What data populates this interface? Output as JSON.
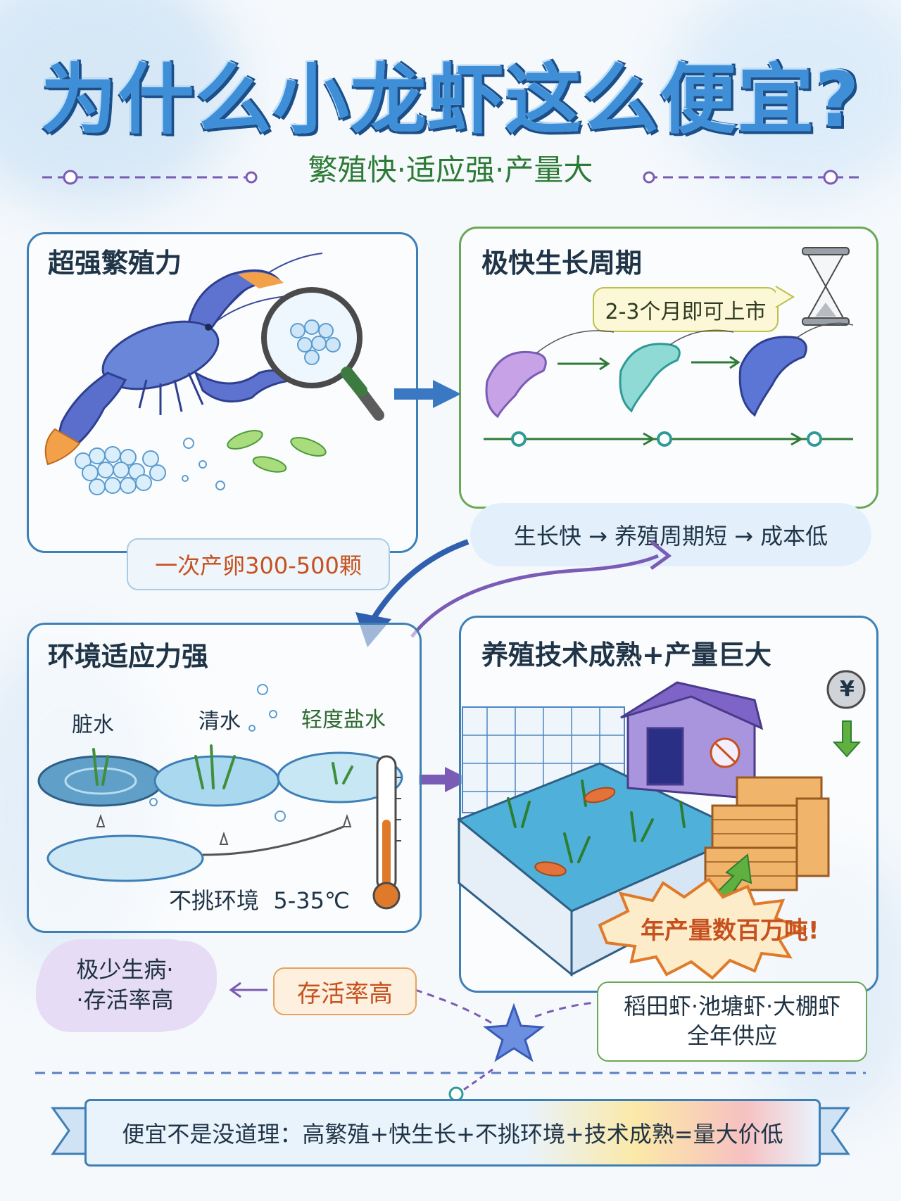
{
  "title": "为什么小龙虾这么便宜?",
  "subtitle": "繁殖快·适应强·产量大",
  "panels": {
    "reproduction": {
      "title": "超强繁殖力",
      "tag": "一次产卵300-500颗"
    },
    "growth": {
      "title": "极快生长周期",
      "callout": "2-3个月即可上市",
      "summary": "生长快 → 养殖周期短 → 成本低"
    },
    "environment": {
      "title": "环境适应力强",
      "water_types": [
        "脏水",
        "清水",
        "轻度盐水"
      ],
      "range_text": "不挑环境  5-35℃"
    },
    "farming": {
      "title": "养殖技术成熟+产量巨大",
      "yield_burst": "年产量数百万吨!",
      "supply_line1": "稻田虾·池塘虾·大棚虾",
      "supply_line2": "全年供应",
      "coin_symbol": "¥"
    }
  },
  "survival": {
    "cloud_line1": "极少生病·",
    "cloud_line2": "·存活率高",
    "tag": "存活率高"
  },
  "footer": "便宜不是没道理：高繁殖+快生长+不挑环境+技术成熟=量大价低",
  "colors": {
    "title_blue": "#3f8fd8",
    "accent_green": "#2d7a37",
    "panel_blue": "#3e7fb5",
    "panel_green": "#6aa857",
    "orange": "#e07a2b",
    "purple": "#7a5bb5"
  }
}
